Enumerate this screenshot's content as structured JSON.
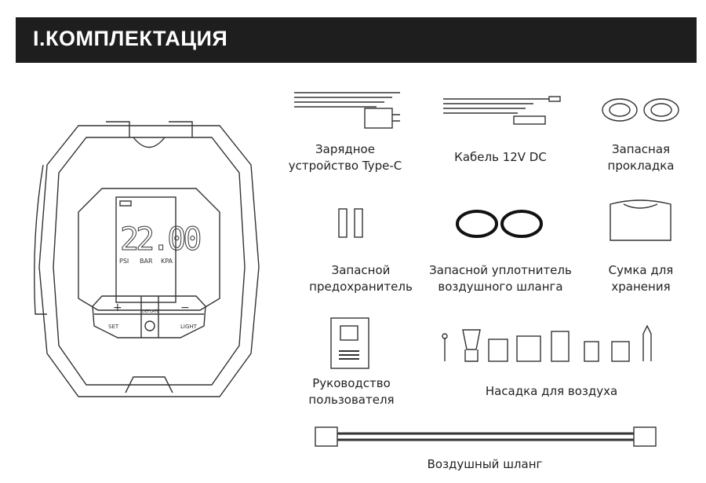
{
  "header": {
    "title": "I.КОМПЛЕКТАЦИЯ"
  },
  "device": {
    "display_value": "22.00",
    "units": [
      "PSI",
      "BAR",
      "KPA"
    ],
    "buttons": {
      "plus": "+",
      "minus": "−",
      "deflate": "DEFLATE",
      "set": "SET",
      "light": "LIGHT"
    }
  },
  "items": [
    {
      "label": "Зарядное\nустройство Type-C"
    },
    {
      "label": "Кабель 12V DC"
    },
    {
      "label": "Запасная\nпрокладка"
    },
    {
      "label": "Запасной\nпредохранитель"
    },
    {
      "label": "Запасной уплотнитель\nвоздушного шланга"
    },
    {
      "label": "Сумка для\nхранения"
    },
    {
      "label": "Руководство\nпользователя"
    },
    {
      "label": "Насадка для воздуха"
    },
    {
      "label": "Воздушный шланг"
    }
  ]
}
